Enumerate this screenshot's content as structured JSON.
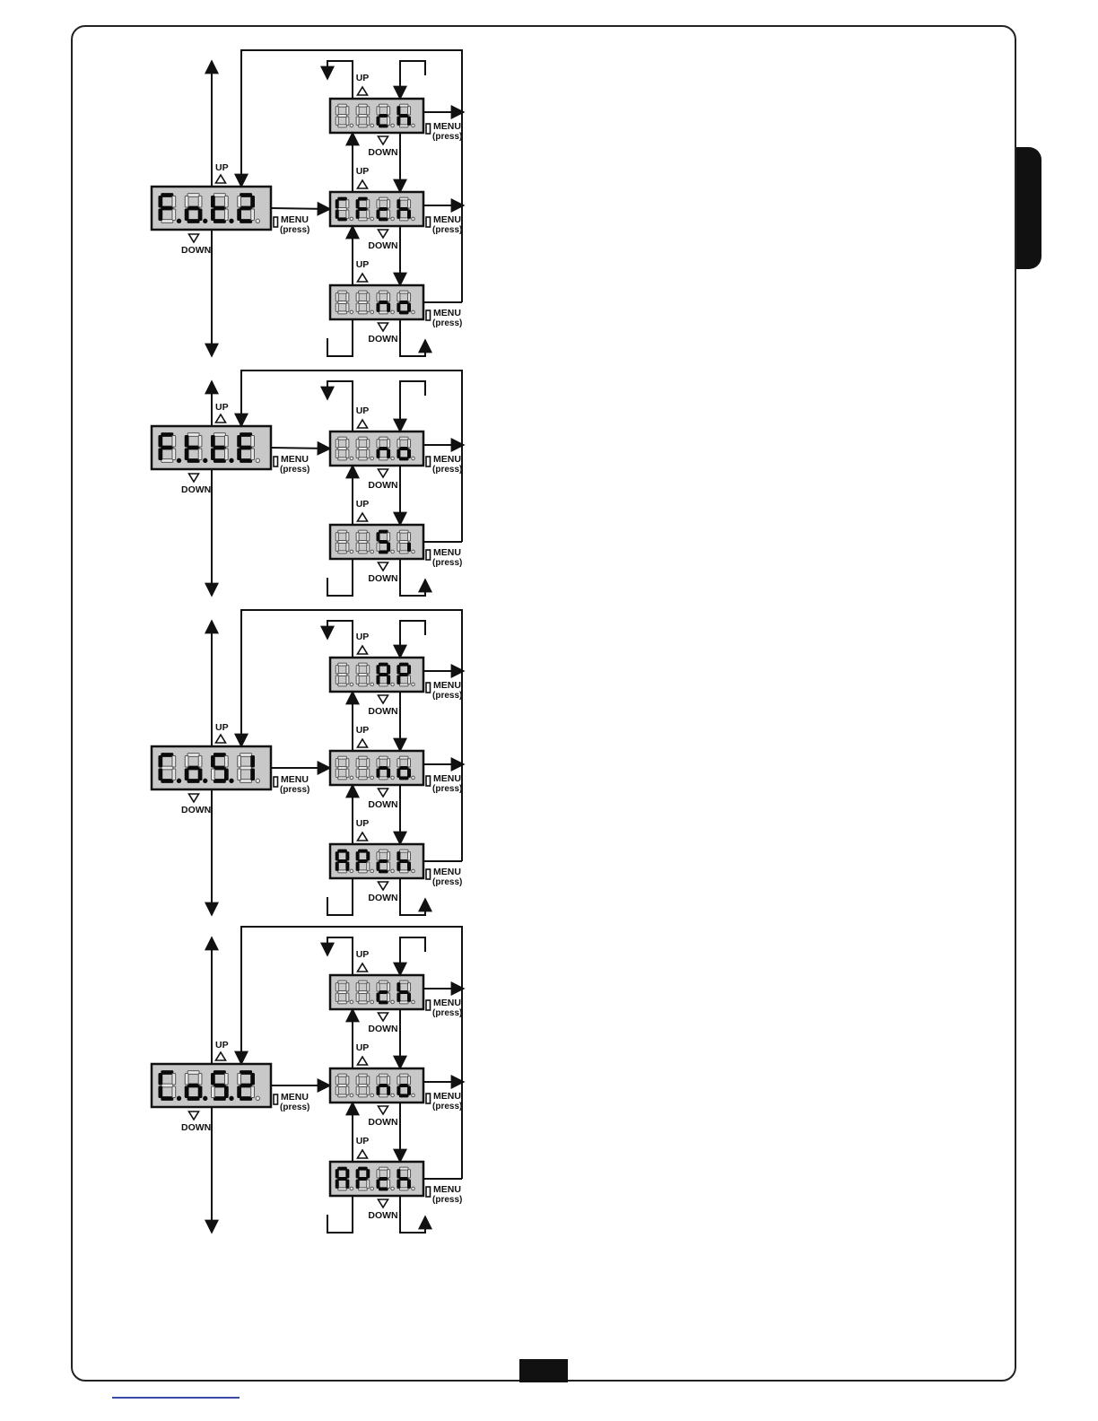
{
  "labels": {
    "up": "UP",
    "down": "DOWN",
    "menu": "MENU",
    "press": "(press)"
  },
  "groups": [
    {
      "name": "FoT2",
      "main": "F.o.t.2",
      "options": [
        "ch",
        "CFch",
        "no"
      ],
      "top_dash_left": true,
      "bottom_dash_left": true
    },
    {
      "name": "FtTE",
      "main": "F.t.t.E",
      "options": [
        "no",
        "Si"
      ],
      "top_dash_left": true,
      "bottom_dash_left": true
    },
    {
      "name": "CoS1",
      "main": "C.o.S.1",
      "options": [
        "AP",
        "no",
        "APch"
      ],
      "top_dash_left": true,
      "bottom_dash_left": true
    },
    {
      "name": "CoS2",
      "main": "C.o.S.2",
      "options": [
        "ch",
        "no",
        "APch"
      ],
      "top_dash_left": true,
      "bottom_dash_left": true
    }
  ],
  "colors": {
    "frame": "#222222",
    "display_bg": "#c8c8c8",
    "line": "#111111",
    "side_tab": "#111111",
    "footer_line": "#3a4aa8"
  }
}
